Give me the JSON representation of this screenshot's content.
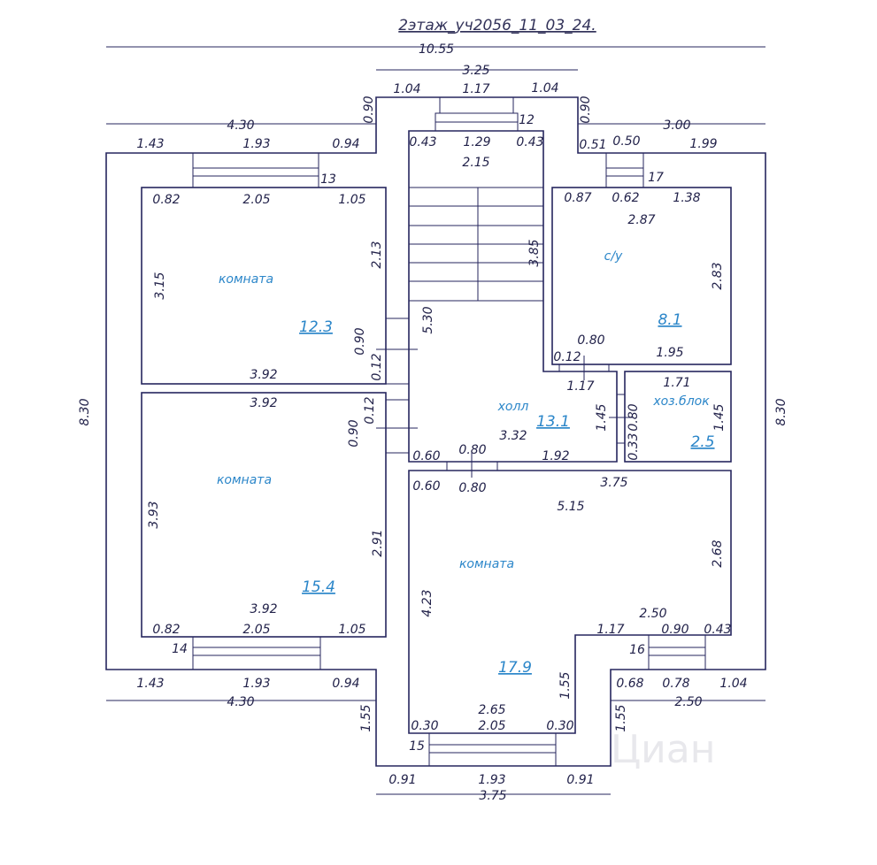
{
  "title": "2этаж_уч2056_11_03_24.",
  "watermark": "Циан",
  "colors": {
    "lines": "#26265e",
    "room_labels": "#2b86c9"
  },
  "rooms": [
    {
      "name": "комната",
      "area": "12.3"
    },
    {
      "name": "комната",
      "area": "15.4"
    },
    {
      "name": "холл",
      "area": "13.1"
    },
    {
      "name": "с/у",
      "area": "8.1"
    },
    {
      "name": "хоз.блок",
      "area": "2.5"
    },
    {
      "name": "комната",
      "area": "17.9"
    }
  ],
  "windows": [
    "12",
    "13",
    "17",
    "14",
    "16",
    "15"
  ],
  "dims": [
    "10.55",
    "3.25",
    "4.30",
    "3.00",
    "1.04",
    "1.17",
    "1.04",
    "0.90",
    "0.90",
    "1.43",
    "1.93",
    "0.94",
    "0.43",
    "1.29",
    "0.43",
    "2.15",
    "0.51",
    "0.50",
    "1.99",
    "0.82",
    "2.05",
    "1.05",
    "2.13",
    "3.15",
    "0.90",
    "0.12",
    "3.92",
    "5.30",
    "3.85",
    "0.87",
    "0.62",
    "1.38",
    "2.87",
    "2.83",
    "0.80",
    "0.12",
    "1.95",
    "1.17",
    "1.71",
    "1.45",
    "1.45",
    "0.33",
    "0.80",
    "3.92",
    "0.12",
    "0.90",
    "3.32",
    "1.92",
    "0.60",
    "0.80",
    "0.60",
    "0.80",
    "3.75",
    "5.15",
    "3.93",
    "2.91",
    "2.68",
    "4.23",
    "3.92",
    "0.82",
    "2.05",
    "1.05",
    "2.50",
    "1.17",
    "0.90",
    "0.43",
    "1.43",
    "1.93",
    "0.94",
    "4.30",
    "0.68",
    "0.78",
    "1.04",
    "2.50",
    "1.55",
    "1.55",
    "1.55",
    "2.65",
    "0.30",
    "2.05",
    "0.30",
    "0.91",
    "1.93",
    "0.91",
    "3.75",
    "8.30",
    "8.30"
  ]
}
